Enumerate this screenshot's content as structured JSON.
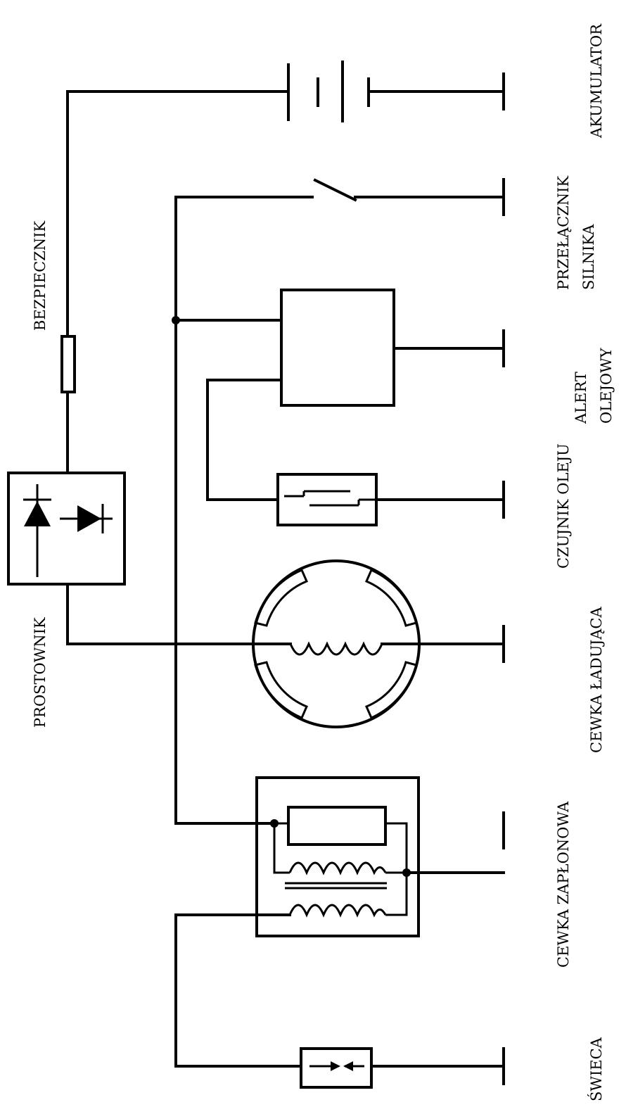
{
  "labels": {
    "bezpiecznik": "BEZPIECZNIK",
    "prostownik": "PROSTOWNIK",
    "akumulator": "AKUMULATOR",
    "przelacznik_1": "PRZEŁĄCZNIK",
    "przelacznik_2": "SILNIKA",
    "alert_1": "ALERT",
    "alert_2": "OLEJOWY",
    "czujnik": "CZUJNIK OLEJU",
    "cewka_ladujaca": "CEWKA ŁADUJĄCA",
    "cewka_zaplonowa": "CEWKA ZAPŁONOWA",
    "swieca": "ŚWIECA"
  },
  "colors": {
    "ink": "#000000",
    "background": "#ffffff"
  }
}
